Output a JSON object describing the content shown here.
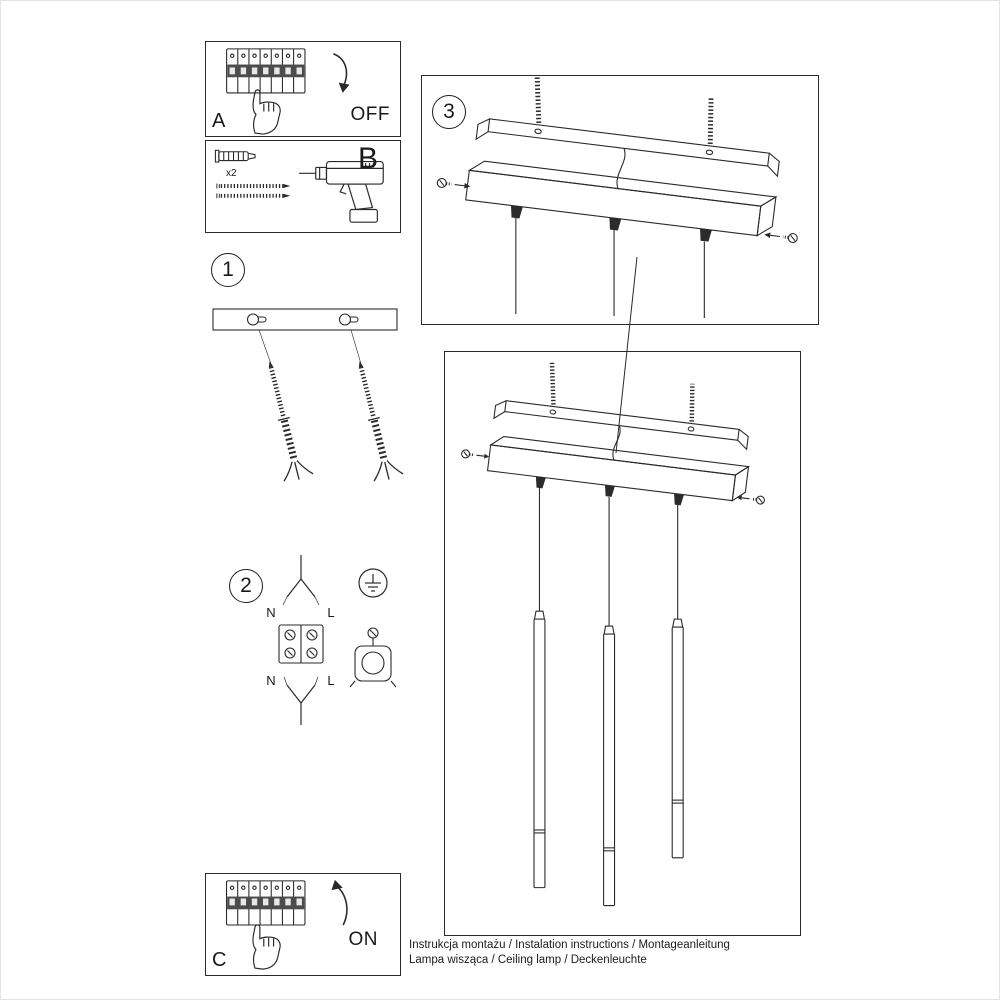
{
  "document": {
    "footer": {
      "line1": "Instrukcja montażu / Instalation instructions / Montageanleitung",
      "line2": "Lampa wisząca / Ceiling lamp / Deckenleuchte"
    }
  },
  "panels": {
    "a": {
      "label": "A",
      "action": "OFF"
    },
    "b": {
      "label": "B",
      "quantity": "x2"
    },
    "c": {
      "label": "C",
      "action": "ON"
    }
  },
  "steps": {
    "one": "1",
    "two": "2",
    "three": "3"
  },
  "wiring": {
    "top_left": "N",
    "top_right": "L",
    "bottom_left": "N",
    "bottom_right": "L"
  }
}
